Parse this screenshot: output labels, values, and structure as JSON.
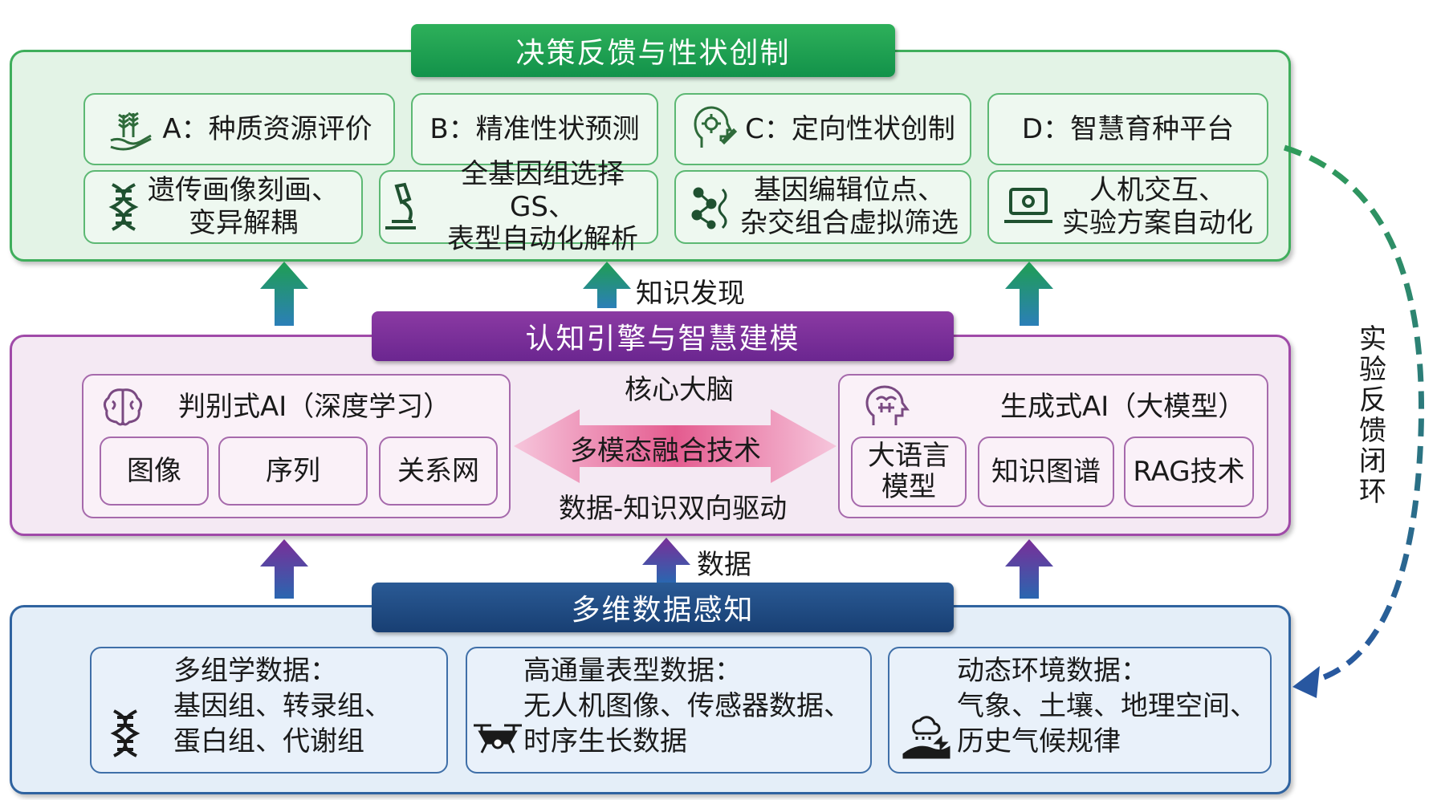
{
  "top": {
    "banner": "决策反馈与性状创制",
    "row1": [
      {
        "label": "A：种质资源评价",
        "icon": "wheat-hand-icon"
      },
      {
        "label": "B：精准性状预测",
        "icon": ""
      },
      {
        "label": "C：定向性状创制",
        "icon": "head-gear-icon"
      },
      {
        "label": "D：智慧育种平台",
        "icon": ""
      }
    ],
    "row2": [
      {
        "line1": "遗传画像刻画、",
        "line2": "变异解耦",
        "icon": "dna-icon"
      },
      {
        "line1": "全基因组选择GS、",
        "line2": "表型自动化解析",
        "icon": "microscope-icon"
      },
      {
        "line1": "基因编辑位点、",
        "line2": "杂交组合虚拟筛选",
        "icon": "molecule-icon"
      },
      {
        "line1": "人机交互、",
        "line2": "实验方案自动化",
        "icon": "laptop-icon"
      }
    ]
  },
  "knowledge_label": "知识发现",
  "middle": {
    "banner": "认知引擎与智慧建模",
    "core_label": "核心大脑",
    "fusion_label": "多模态融合技术",
    "drive_label": "数据-知识双向驱动",
    "left": {
      "title": "判别式AI（深度学习）",
      "items": [
        "图像",
        "序列",
        "关系网"
      ],
      "icon": "brain-icon"
    },
    "right": {
      "title": "生成式AI（大模型）",
      "items": [
        "大语言模型",
        "知识图谱",
        "RAG技术"
      ],
      "icon": "brain-head-icon"
    }
  },
  "data_label": "数据",
  "bottom": {
    "banner": "多维数据感知",
    "cards": [
      {
        "title": "多组学数据：",
        "line1": "基因组、转录组、",
        "line2": "蛋白组、代谢组",
        "icon": "dna-icon"
      },
      {
        "title": "高通量表型数据：",
        "line1": "无人机图像、传感器数据、",
        "line2": "时序生长数据",
        "icon": "drone-icon"
      },
      {
        "title": "动态环境数据：",
        "line1": "气象、土壤、地理空间、",
        "line2": "历史气候规律",
        "icon": "weather-landscape-icon"
      }
    ]
  },
  "feedback_label": "实验反馈闭环",
  "colors": {
    "green": "#1f9e52",
    "purple": "#7a2e98",
    "blue": "#1f4c86"
  }
}
